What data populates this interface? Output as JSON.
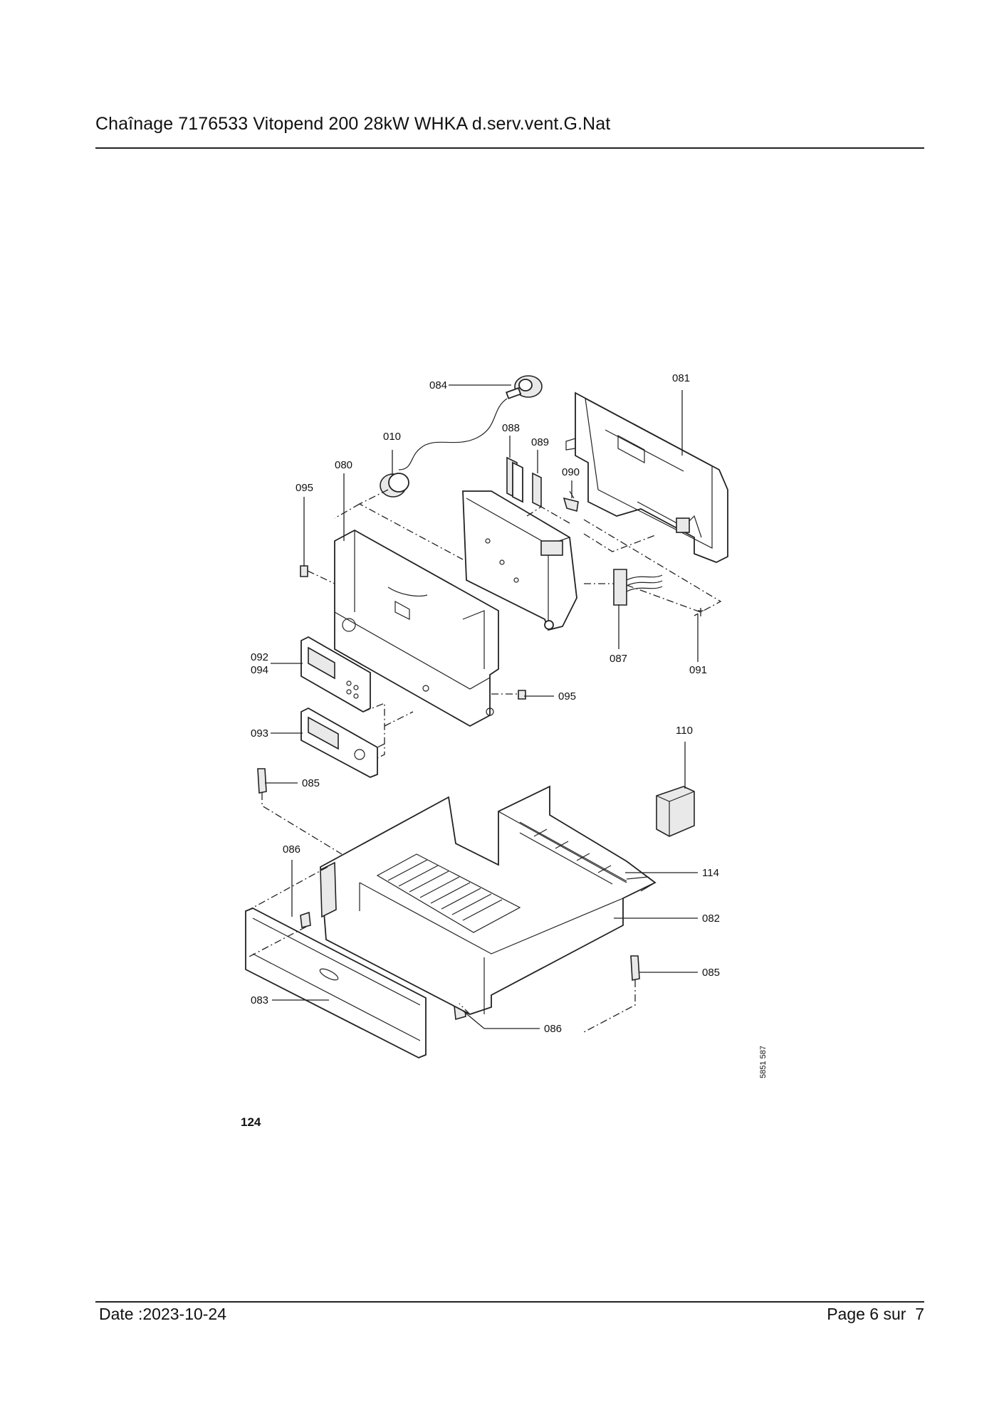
{
  "header": {
    "title": "Chaînage 7176533 Vitopend 200 28kW WHKA d.serv.vent.G.Nat"
  },
  "footer": {
    "date": "Date :2023-10-24",
    "page": "Page 6 sur  7"
  },
  "figure": {
    "number": "124",
    "drawing_ref": "5851 587"
  },
  "labels": {
    "p081": "081",
    "p084": "084",
    "p088": "088",
    "p089": "089",
    "p010": "010",
    "p090": "090",
    "p080": "080",
    "p095a": "095",
    "p092": "092",
    "p094": "094",
    "p087": "087",
    "p091": "091",
    "p095b": "095",
    "p093": "093",
    "p110": "110",
    "p085a": "085",
    "p086a": "086",
    "p114": "114",
    "p082": "082",
    "p085b": "085",
    "p083": "083",
    "p086b": "086"
  }
}
